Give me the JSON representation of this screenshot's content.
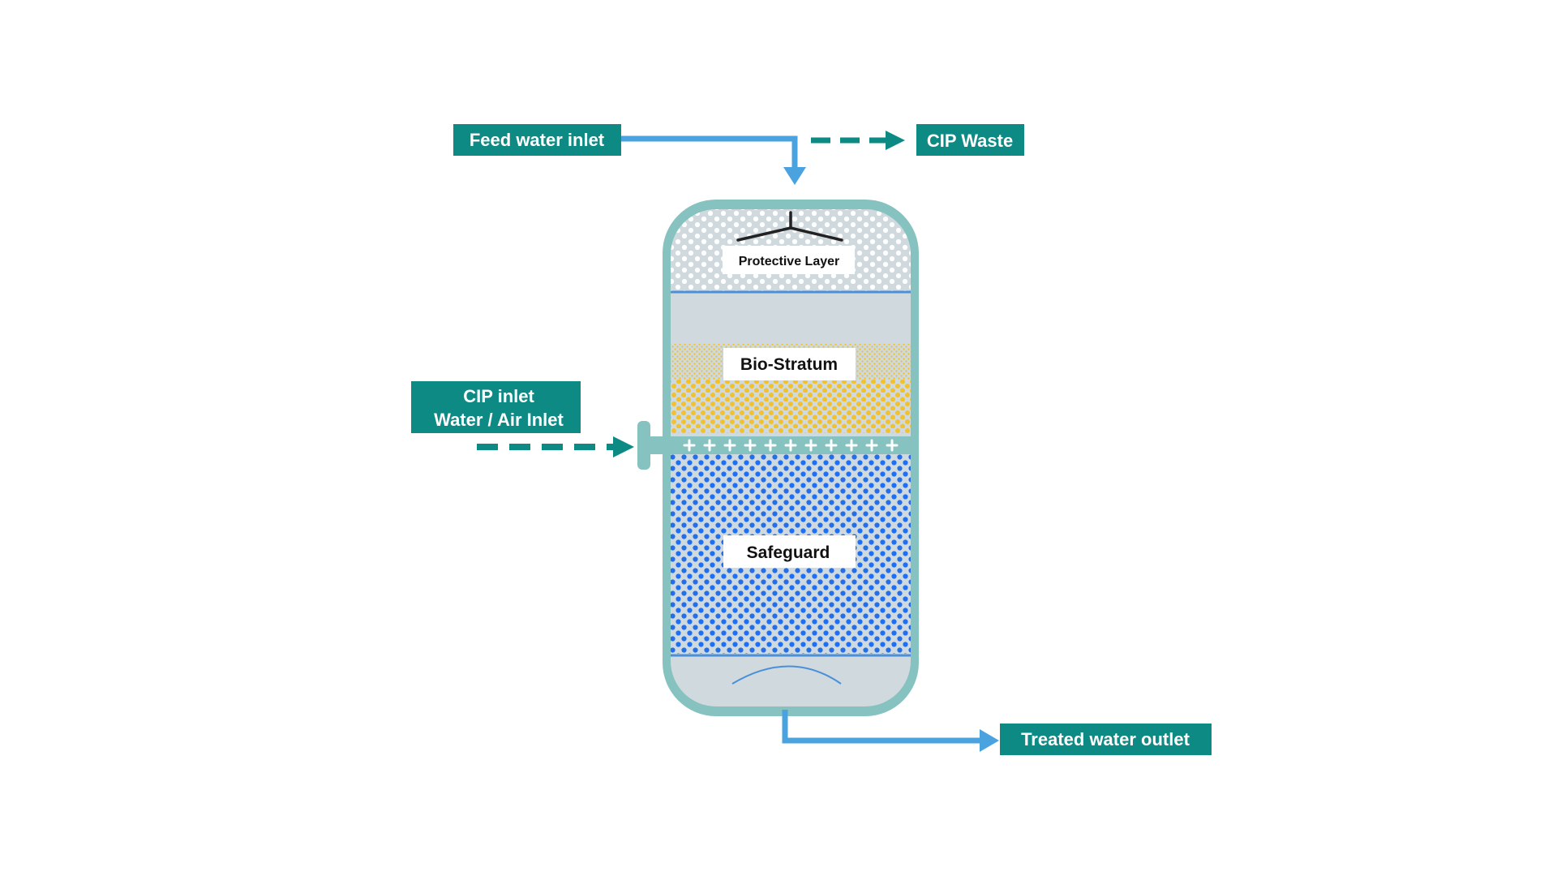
{
  "labels": {
    "feed_water_inlet": "Feed water inlet",
    "cip_waste": "CIP Waste",
    "cip_inlet_line1": "CIP inlet",
    "cip_inlet_line2": "Water / Air Inlet",
    "treated_water_outlet": "Treated water outlet",
    "protective_layer": "Protective Layer",
    "bio_stratum": "Bio-Stratum",
    "safeguard": "Safeguard"
  },
  "colors": {
    "label_bg": "#0e8a85",
    "label_text": "#ffffff",
    "pipe_blue": "#4aa3df",
    "dashed_teal": "#0e8a85",
    "vessel_shell": "#86c2bf",
    "vessel_fill": "#cfd9de",
    "protective_dots": "#ffffff",
    "bio_dots": "#f2c22e",
    "safeguard_dots": "#1f6ff0",
    "separator_line": "#4a90d9"
  },
  "icons": {
    "distributor": "y-distributor-icon",
    "nozzle_row": "plus-nozzle-icon"
  }
}
